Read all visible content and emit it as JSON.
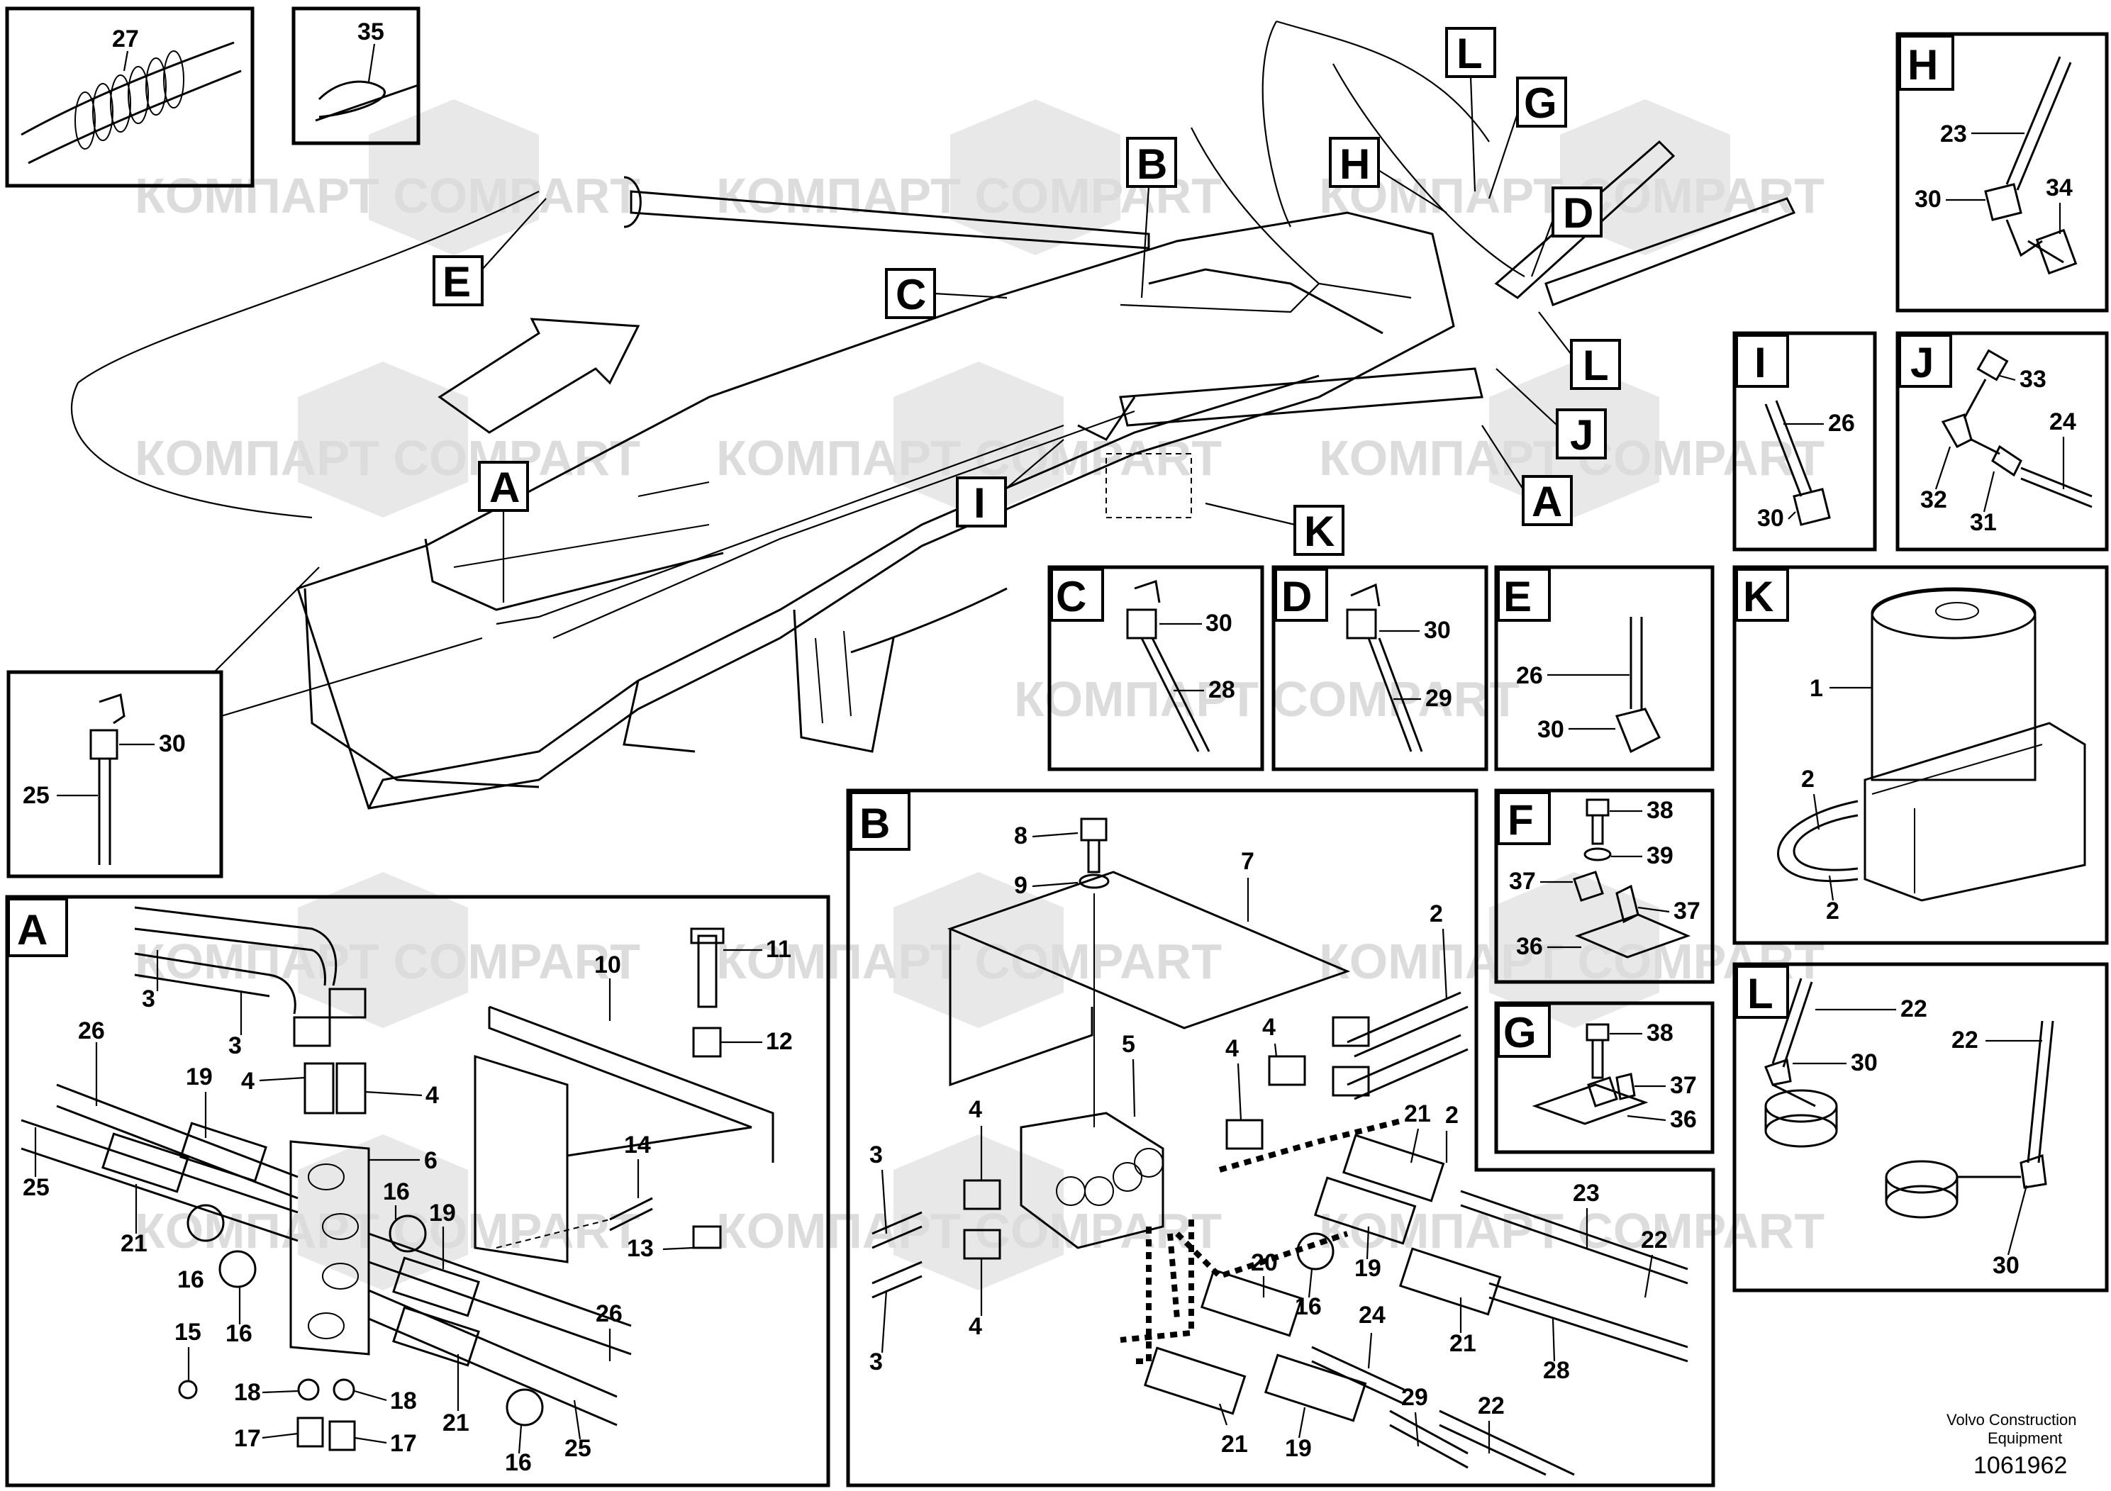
{
  "watermark": "КОМПАРТ COMPART",
  "brand": {
    "line1": "Volvo Construction",
    "line2": "Equipment"
  },
  "document_number": "1061962",
  "main_view_callouts": [
    "A",
    "B",
    "C",
    "D",
    "E",
    "H",
    "G",
    "L",
    "I",
    "J",
    "K"
  ],
  "panels": {
    "p27": {
      "parts": [
        "27"
      ]
    },
    "p35": {
      "parts": [
        "35"
      ]
    },
    "pA_small": {
      "parts": [
        "30",
        "25"
      ]
    },
    "A": {
      "letter": "A",
      "parts": [
        "3",
        "3",
        "26",
        "19",
        "4",
        "4",
        "6",
        "11",
        "10",
        "12",
        "25",
        "21",
        "16",
        "16",
        "16",
        "19",
        "14",
        "13",
        "15",
        "18",
        "18",
        "17",
        "17",
        "21",
        "26",
        "25",
        "16"
      ]
    },
    "B": {
      "letter": "B",
      "parts": [
        "8",
        "9",
        "7",
        "2",
        "4",
        "4",
        "5",
        "4",
        "4",
        "3",
        "3",
        "2",
        "21",
        "23",
        "19",
        "20",
        "16",
        "24",
        "21",
        "22",
        "28",
        "21",
        "19",
        "29",
        "22",
        "3"
      ]
    },
    "C": {
      "letter": "C",
      "parts": [
        "30",
        "28"
      ]
    },
    "D": {
      "letter": "D",
      "parts": [
        "30",
        "29"
      ]
    },
    "E": {
      "letter": "E",
      "parts": [
        "26",
        "30"
      ]
    },
    "F": {
      "letter": "F",
      "parts": [
        "38",
        "39",
        "37",
        "37",
        "36"
      ]
    },
    "G": {
      "letter": "G",
      "parts": [
        "38",
        "37",
        "36"
      ]
    },
    "H": {
      "letter": "H",
      "parts": [
        "23",
        "30",
        "34"
      ]
    },
    "I": {
      "letter": "I",
      "parts": [
        "26",
        "30"
      ]
    },
    "J": {
      "letter": "J",
      "parts": [
        "33",
        "24",
        "32",
        "31"
      ]
    },
    "K": {
      "letter": "K",
      "parts": [
        "1",
        "2",
        "2"
      ]
    },
    "L": {
      "letter": "L",
      "parts": [
        "22",
        "30",
        "22",
        "30"
      ]
    }
  }
}
